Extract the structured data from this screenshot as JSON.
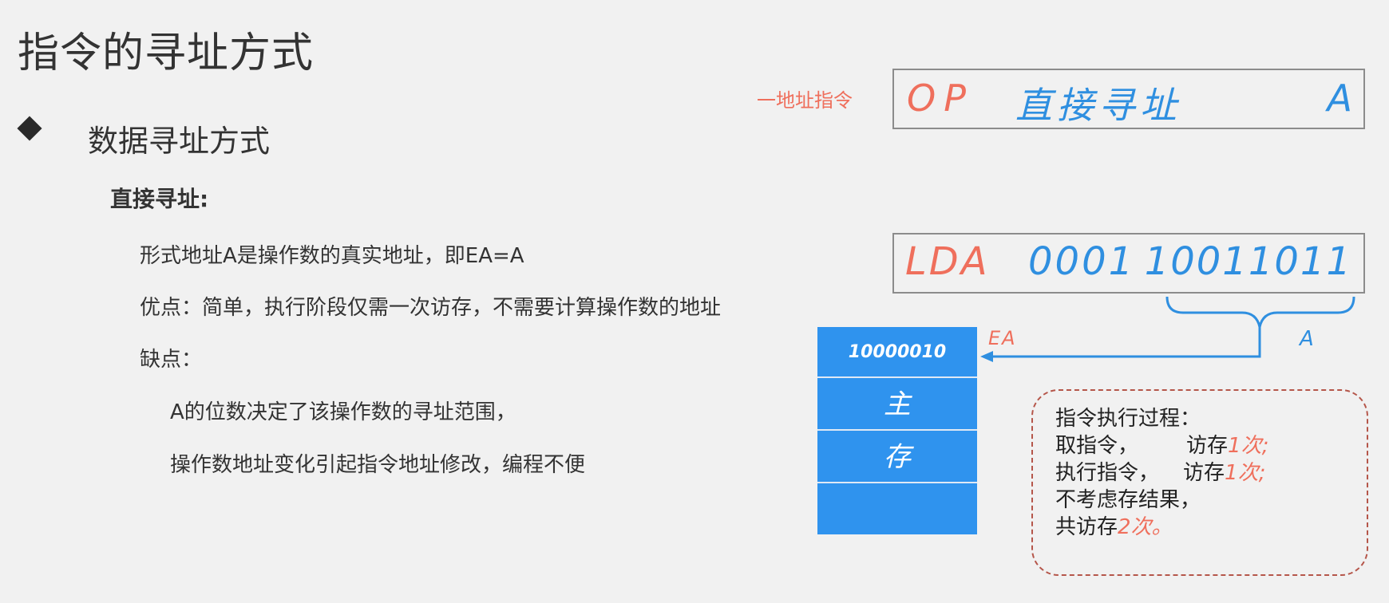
{
  "title": "指令的寻址方式",
  "section": "数据寻址方式",
  "subheading": "直接寻址:",
  "body": {
    "line1": "形式地址A是操作数的真实地址，即EA=A",
    "line2": "优点：简单，执行阶段仅需一次访存，不需要计算操作数的地址",
    "line3": "缺点：",
    "line4": "A的位数决定了该操作数的寻址范围，",
    "line5": "操作数地址变化引起指令地址修改，编程不便"
  },
  "instruction_format": {
    "label": "一地址指令",
    "op": "OP",
    "mode": "直接寻址",
    "address": "A"
  },
  "example_instruction": {
    "op": "LDA",
    "mode": "0001",
    "address": "10011011"
  },
  "diagram": {
    "ea_label": "EA",
    "a_label": "A",
    "memory_cells": [
      "10000010",
      "主",
      "存",
      ""
    ]
  },
  "process": {
    "title": "指令执行过程：",
    "fetch_label": "取指令，",
    "fetch_access": "访存",
    "fetch_count": "1次;",
    "exec_label": "执行指令，",
    "exec_access": "访存",
    "exec_count": "1次;",
    "note": "不考虑存结果，",
    "total_prefix": "共访存",
    "total_count": "2次。"
  },
  "colors": {
    "accent_red": "#ef6f5c",
    "accent_blue": "#2f8fe0",
    "memory_blue": "#2f93ee",
    "dashed_border": "#b5564a"
  }
}
